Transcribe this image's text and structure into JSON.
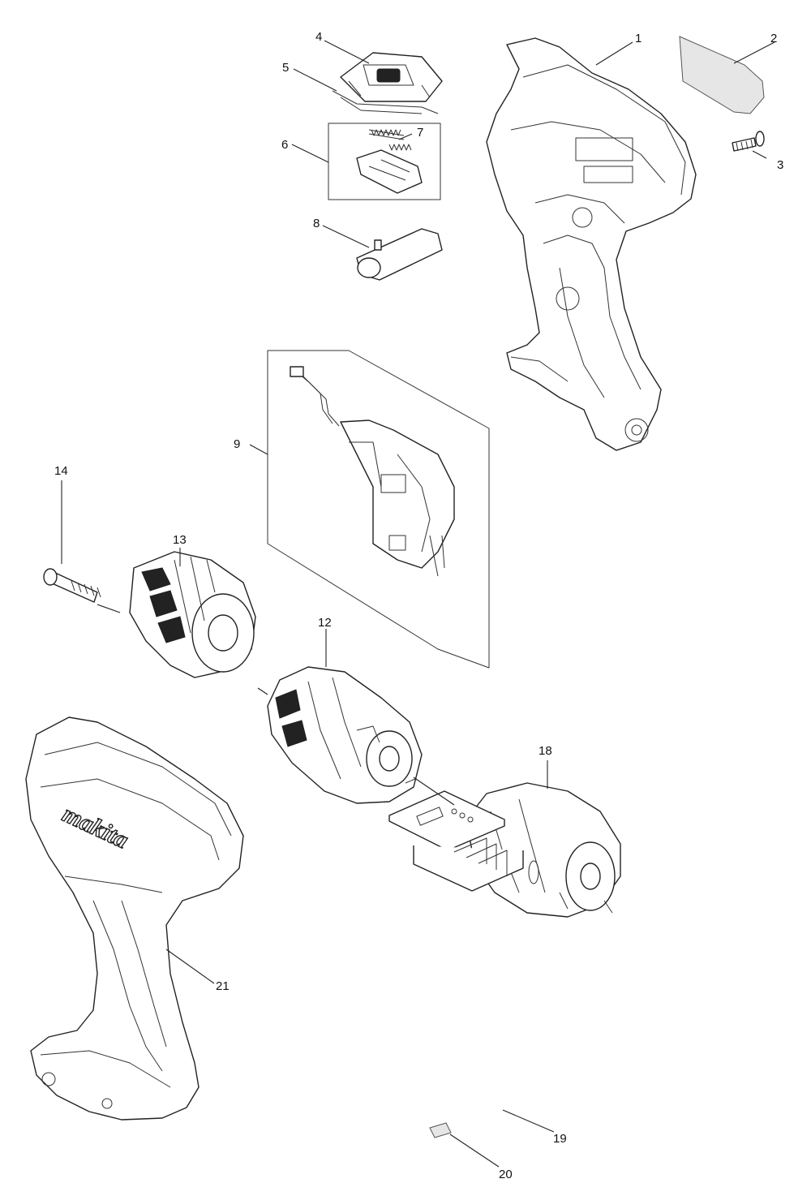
{
  "brand_logo": "makita",
  "callouts": [
    {
      "id": "1",
      "label": "1"
    },
    {
      "id": "2",
      "label": "2"
    },
    {
      "id": "3",
      "label": "3"
    },
    {
      "id": "4",
      "label": "4"
    },
    {
      "id": "5",
      "label": "5"
    },
    {
      "id": "6",
      "label": "6"
    },
    {
      "id": "7",
      "label": "7"
    },
    {
      "id": "8",
      "label": "8"
    },
    {
      "id": "9",
      "label": "9"
    },
    {
      "id": "12",
      "label": "12"
    },
    {
      "id": "13",
      "label": "13"
    },
    {
      "id": "14",
      "label": "14"
    },
    {
      "id": "18",
      "label": "18"
    },
    {
      "id": "19",
      "label": "19"
    },
    {
      "id": "20",
      "label": "20"
    },
    {
      "id": "21",
      "label": "21"
    }
  ]
}
